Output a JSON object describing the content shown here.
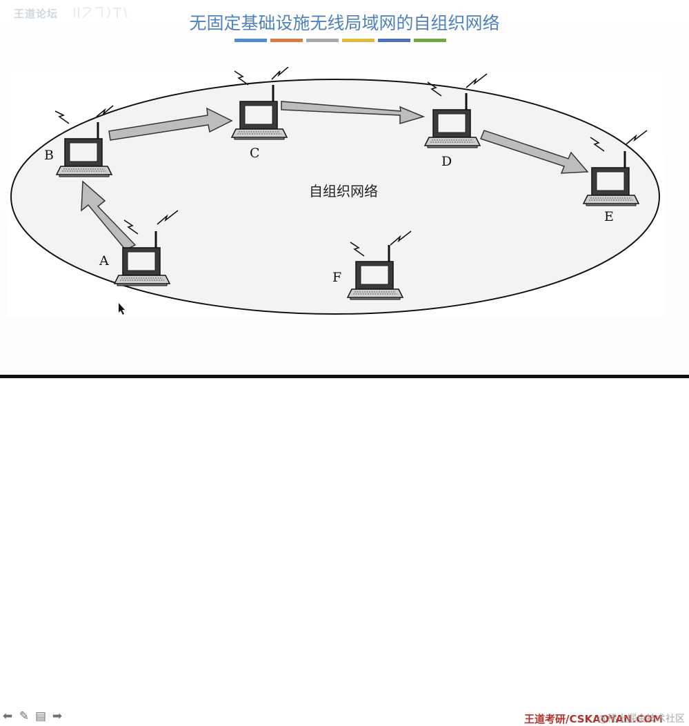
{
  "header": {
    "brand_text": "王道论坛",
    "title": "无固定基础设施无线局域网的自组织网络",
    "accent_colors": [
      "#4f8ecd",
      "#d97b3e",
      "#a6a6a6",
      "#e0b83a",
      "#4f71bd",
      "#72a844"
    ]
  },
  "diagram": {
    "center_label": "自组织网络",
    "nodes": [
      {
        "id": "A",
        "label": "A"
      },
      {
        "id": "B",
        "label": "B"
      },
      {
        "id": "C",
        "label": "C"
      },
      {
        "id": "D",
        "label": "D"
      },
      {
        "id": "E",
        "label": "E"
      },
      {
        "id": "F",
        "label": "F"
      }
    ],
    "arrows": [
      {
        "from": "A",
        "to": "B"
      },
      {
        "from": "B",
        "to": "C"
      },
      {
        "from": "C",
        "to": "D"
      },
      {
        "from": "D",
        "to": "E"
      }
    ]
  },
  "footer": {
    "nav_icons": [
      "arrow-left-icon",
      "pen-icon",
      "menu-icon",
      "arrow-right-icon"
    ],
    "brand": "王道考研/CSKAOYAN.COM",
    "watermark": "@稀土掘金技术社区"
  }
}
